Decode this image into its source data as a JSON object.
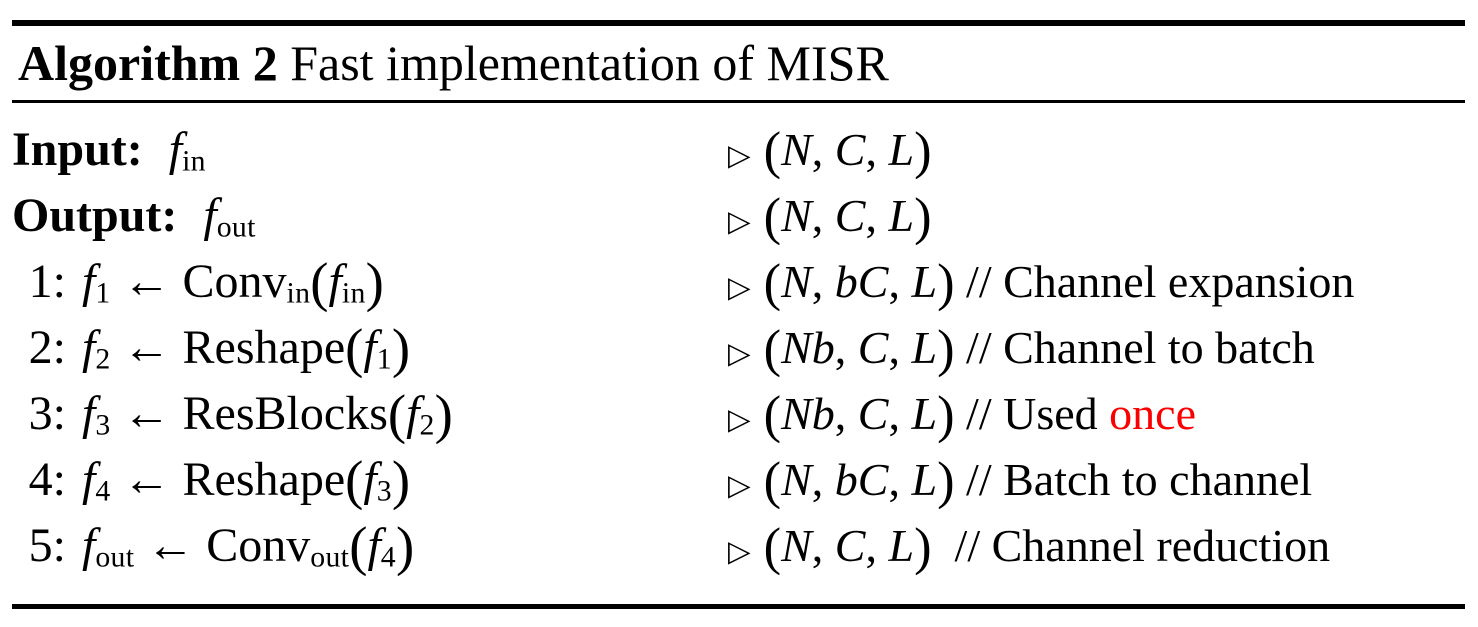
{
  "header": {
    "label": "Algorithm 2",
    "title": "Fast implementation of MISR"
  },
  "colors": {
    "ink": "#000000",
    "highlight": "#fb0000",
    "paper": "#ffffff"
  },
  "icons": {
    "comment_marker": "▷"
  },
  "rows": [
    {
      "kind": "io",
      "prefix": "Input:",
      "code": [
        {
          "t": "f",
          "s": "i"
        },
        {
          "t": "in",
          "s": "sub"
        }
      ],
      "comment": [
        {
          "t": "(",
          "s": "p"
        },
        {
          "t": "N",
          "s": "i"
        },
        {
          "t": ", ",
          "s": "r"
        },
        {
          "t": "C",
          "s": "i"
        },
        {
          "t": ", ",
          "s": "r"
        },
        {
          "t": "L",
          "s": "i"
        },
        {
          "t": ")",
          "s": "p"
        }
      ]
    },
    {
      "kind": "io",
      "prefix": "Output:",
      "code": [
        {
          "t": "f",
          "s": "i"
        },
        {
          "t": "out",
          "s": "sub"
        }
      ],
      "comment": [
        {
          "t": "(",
          "s": "p"
        },
        {
          "t": "N",
          "s": "i"
        },
        {
          "t": ", ",
          "s": "r"
        },
        {
          "t": "C",
          "s": "i"
        },
        {
          "t": ", ",
          "s": "r"
        },
        {
          "t": "L",
          "s": "i"
        },
        {
          "t": ")",
          "s": "p"
        }
      ]
    },
    {
      "kind": "step",
      "prefix": "1:",
      "code": [
        {
          "t": "f",
          "s": "i"
        },
        {
          "t": "1",
          "s": "sub"
        },
        {
          "t": " ← ",
          "s": "r"
        },
        {
          "t": "Conv",
          "s": "r"
        },
        {
          "t": "in",
          "s": "sub"
        },
        {
          "t": "(",
          "s": "p"
        },
        {
          "t": "f",
          "s": "i"
        },
        {
          "t": "in",
          "s": "sub"
        },
        {
          "t": ")",
          "s": "p"
        }
      ],
      "comment": [
        {
          "t": "(",
          "s": "p"
        },
        {
          "t": "N",
          "s": "i"
        },
        {
          "t": ", ",
          "s": "r"
        },
        {
          "t": "bC",
          "s": "i"
        },
        {
          "t": ", ",
          "s": "r"
        },
        {
          "t": "L",
          "s": "i"
        },
        {
          "t": ")",
          "s": "p"
        },
        {
          "t": " // Channel expansion",
          "s": "r"
        }
      ]
    },
    {
      "kind": "step",
      "prefix": "2:",
      "code": [
        {
          "t": "f",
          "s": "i"
        },
        {
          "t": "2",
          "s": "sub"
        },
        {
          "t": " ← ",
          "s": "r"
        },
        {
          "t": "Reshape",
          "s": "r"
        },
        {
          "t": "(",
          "s": "p"
        },
        {
          "t": "f",
          "s": "i"
        },
        {
          "t": "1",
          "s": "sub"
        },
        {
          "t": ")",
          "s": "p"
        }
      ],
      "comment": [
        {
          "t": "(",
          "s": "p"
        },
        {
          "t": "Nb",
          "s": "i"
        },
        {
          "t": ", ",
          "s": "r"
        },
        {
          "t": "C",
          "s": "i"
        },
        {
          "t": ", ",
          "s": "r"
        },
        {
          "t": "L",
          "s": "i"
        },
        {
          "t": ")",
          "s": "p"
        },
        {
          "t": " // Channel to batch",
          "s": "r"
        }
      ]
    },
    {
      "kind": "step",
      "prefix": "3:",
      "code": [
        {
          "t": "f",
          "s": "i"
        },
        {
          "t": "3",
          "s": "sub"
        },
        {
          "t": " ← ",
          "s": "r"
        },
        {
          "t": "ResBlocks",
          "s": "r"
        },
        {
          "t": "(",
          "s": "p"
        },
        {
          "t": "f",
          "s": "i"
        },
        {
          "t": "2",
          "s": "sub"
        },
        {
          "t": ")",
          "s": "p"
        }
      ],
      "comment": [
        {
          "t": "(",
          "s": "p"
        },
        {
          "t": "Nb",
          "s": "i"
        },
        {
          "t": ", ",
          "s": "r"
        },
        {
          "t": "C",
          "s": "i"
        },
        {
          "t": ", ",
          "s": "r"
        },
        {
          "t": "L",
          "s": "i"
        },
        {
          "t": ")",
          "s": "p"
        },
        {
          "t": " // Used ",
          "s": "r"
        },
        {
          "t": "once",
          "s": "red"
        }
      ]
    },
    {
      "kind": "step",
      "prefix": "4:",
      "code": [
        {
          "t": "f",
          "s": "i"
        },
        {
          "t": "4",
          "s": "sub"
        },
        {
          "t": " ← ",
          "s": "r"
        },
        {
          "t": "Reshape",
          "s": "r"
        },
        {
          "t": "(",
          "s": "p"
        },
        {
          "t": "f",
          "s": "i"
        },
        {
          "t": "3",
          "s": "sub"
        },
        {
          "t": ")",
          "s": "p"
        }
      ],
      "comment": [
        {
          "t": "(",
          "s": "p"
        },
        {
          "t": "N",
          "s": "i"
        },
        {
          "t": ", ",
          "s": "r"
        },
        {
          "t": "bC",
          "s": "i"
        },
        {
          "t": ", ",
          "s": "r"
        },
        {
          "t": "L",
          "s": "i"
        },
        {
          "t": ")",
          "s": "p"
        },
        {
          "t": " // Batch to channel",
          "s": "r"
        }
      ]
    },
    {
      "kind": "step",
      "prefix": "5:",
      "code": [
        {
          "t": "f",
          "s": "i"
        },
        {
          "t": "out",
          "s": "sub"
        },
        {
          "t": " ← ",
          "s": "r"
        },
        {
          "t": "Conv",
          "s": "r"
        },
        {
          "t": "out",
          "s": "sub"
        },
        {
          "t": "(",
          "s": "p"
        },
        {
          "t": "f",
          "s": "i"
        },
        {
          "t": "4",
          "s": "sub"
        },
        {
          "t": ")",
          "s": "p"
        }
      ],
      "comment": [
        {
          "t": "(",
          "s": "p"
        },
        {
          "t": "N",
          "s": "i"
        },
        {
          "t": ", ",
          "s": "r"
        },
        {
          "t": "C",
          "s": "i"
        },
        {
          "t": ", ",
          "s": "r"
        },
        {
          "t": "L",
          "s": "i"
        },
        {
          "t": ")",
          "s": "p"
        },
        {
          "t": "  // Channel reduction",
          "s": "r"
        }
      ]
    }
  ]
}
